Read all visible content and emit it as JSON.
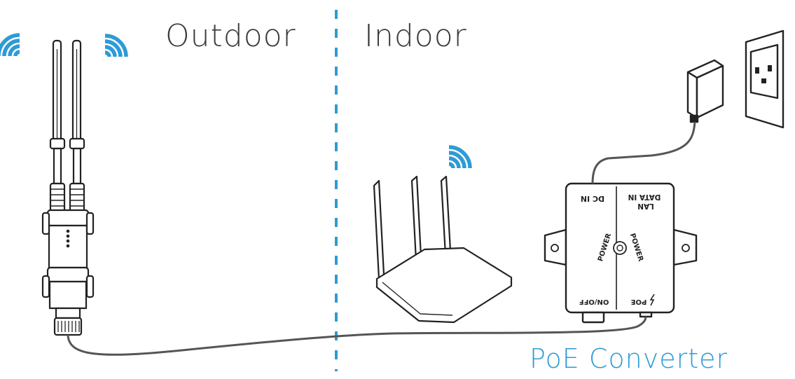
{
  "labels": {
    "outdoor": "Outdoor",
    "indoor": "Indoor",
    "poe_converter": "PoE Converter"
  },
  "converter": {
    "dc_in": "DC IN",
    "data_in": "DATA IN",
    "lan": "LAN",
    "power": "POWER",
    "on_off": "ON/OFF",
    "poe": "POE"
  },
  "colors": {
    "accent": "#2E9BD6",
    "line": "#222222",
    "cable": "#555555",
    "divider": "#2E9BD6"
  },
  "icons": [
    "wifi-signal-icon",
    "antenna-icon",
    "router-icon",
    "poe-converter-icon",
    "power-adapter-icon",
    "wall-outlet-icon"
  ]
}
